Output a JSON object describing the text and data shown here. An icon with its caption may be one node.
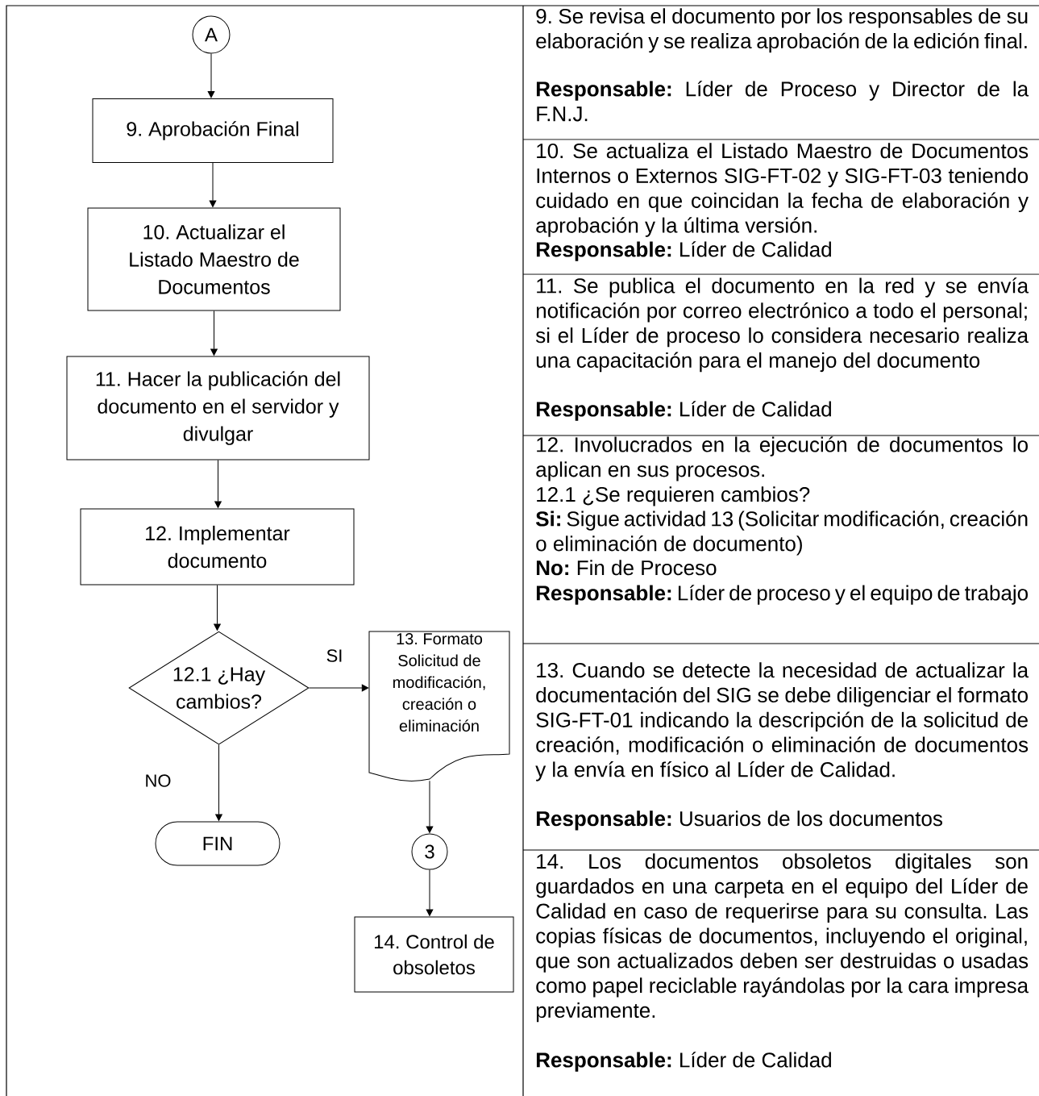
{
  "diagram": {
    "nodes": [
      {
        "text": [
          "A"
        ]
      },
      {
        "text": [
          "9. Aprobación Final"
        ]
      },
      {
        "text": [
          "10. Actualizar el Listado Maestro de Documentos"
        ]
      },
      {
        "text": [
          "11. Hacer la publicación del documento en el servidor y divulgar"
        ]
      },
      {
        "text": [
          "12. Implementar documento"
        ]
      },
      {
        "text": [
          "12.1 ¿Hay cambios?"
        ]
      },
      {
        "text": [
          "13. Formato Solicitud de modificación, creación o eliminación"
        ]
      },
      {
        "text": [
          "FIN"
        ]
      },
      {
        "text": [
          "3"
        ]
      },
      {
        "text": [
          "14. Control de obsoletos"
        ]
      }
    ],
    "edges": [
      {
        "from": 0,
        "to": 1,
        "arrow": "to"
      },
      {
        "from": 1,
        "to": 2,
        "arrow": "to"
      },
      {
        "from": 2,
        "to": 3,
        "arrow": "to"
      },
      {
        "from": 3,
        "to": 4,
        "arrow": "to"
      },
      {
        "from": 4,
        "to": 5,
        "arrow": "to"
      },
      {
        "from": 5,
        "to": 6,
        "arrow": "to",
        "label": "SI"
      },
      {
        "from": 5,
        "to": 7,
        "arrow": "to",
        "label": "NO"
      },
      {
        "from": 6,
        "to": 8,
        "arrow": "to"
      },
      {
        "from": 8,
        "to": 9,
        "arrow": "to"
      }
    ],
    "labels": [
      "9. Se revisa el documento por los responsables de su elaboración y se realiza aprobación de la edición final.",
      "**Responsable:** Líder de Proceso y Director de la F.N.J.",
      "10. Se actualiza el Listado Maestro de Documentos Internos o Externos SIG-FT-02 y SIG-FT-03 teniendo cuidado en que coincidan la fecha de elaboración y aprobación y la última versión.",
      "**Responsable:** Líder de Calidad",
      "11. Se publica el documento en la red y se envía notificación por correo electrónico a todo el personal; si el Líder de proceso lo considera necesario realiza una capacitación para el manejo del documento",
      "**Responsable:** Líder de Calidad",
      "12. Involucrados en la ejecución de documentos lo aplican en sus procesos.",
      "12.1 ¿Se requieren cambios?",
      "**Si:** Sigue actividad 13 (Solicitar modificación, creación o eliminación de documento)",
      "**No:** Fin de Proceso",
      "**Responsable:** Líder de proceso y el equipo de trabajo",
      "13. Cuando se detecte la necesidad de actualizar la documentación del SIG se debe diligenciar el formato SIG-FT-01 indicando la descripción de la solicitud de creación, modificación o eliminación de documentos y la envía en físico al Líder de Calidad.",
      "**Responsable:** Usuarios de los documentos",
      "14. Los documentos obsoletos digitales son guardados en una carpeta en el equipo del Líder de Calidad en caso de requerirse para su consulta. Las copias físicas de documentos, incluyendo el original, que son actualizados deben ser destruidas o usadas como papel reciclable rayándolas por la cara impresa previamente.",
      "**Responsable:** Líder de Calidad"
    ]
  }
}
